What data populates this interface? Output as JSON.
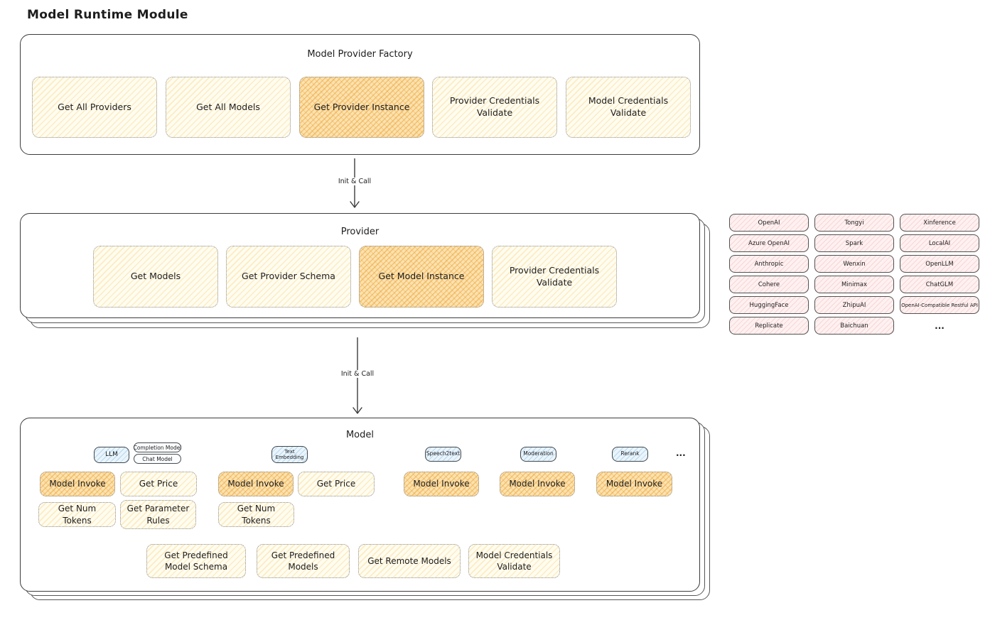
{
  "title": "Model Runtime Module",
  "factory": {
    "title": "Model Provider Factory",
    "buttons": [
      {
        "label": "Get All Providers",
        "highlight": false
      },
      {
        "label": "Get All Models",
        "highlight": false
      },
      {
        "label": "Get Provider Instance",
        "highlight": true
      },
      {
        "label": "Provider Credentials Validate",
        "highlight": false
      },
      {
        "label": "Model Credentials Validate",
        "highlight": false
      }
    ]
  },
  "arrows": [
    {
      "label": "Init & Call"
    },
    {
      "label": "Init & Call"
    }
  ],
  "provider": {
    "title": "Provider",
    "buttons": [
      {
        "label": "Get Models",
        "highlight": false
      },
      {
        "label": "Get Provider Schema",
        "highlight": false
      },
      {
        "label": "Get Model Instance",
        "highlight": true
      },
      {
        "label": "Provider Credentials Validate",
        "highlight": false
      }
    ]
  },
  "providers": {
    "items": [
      "OpenAI",
      "Tongyi",
      "Xinference",
      "Azure OpenAI",
      "Spark",
      "LocalAI",
      "Anthropic",
      "Wenxin",
      "OpenLLM",
      "Cohere",
      "Minimax",
      "ChatGLM",
      "HuggingFace",
      "ZhipuAI",
      "OpenAI-Compatible Restful API",
      "Replicate",
      "Baichuan"
    ],
    "ellipsis": "..."
  },
  "model": {
    "title": "Model",
    "tabs": {
      "llm": "LLM",
      "completion_model": "Completion Model",
      "chat_model": "Chat Model",
      "text_embedding": "Text Embedding",
      "speech2text": "Speech2text",
      "moderation": "Moderation",
      "rerank": "Rerank",
      "ellipsis": "..."
    },
    "buttons": {
      "model_invoke": "Model Invoke",
      "get_price": "Get Price",
      "get_num_tokens": "Get Num Tokens",
      "get_parameter_rules": "Get Parameter Rules",
      "get_predefined_model_schema": "Get Predefined Model Schema",
      "get_predefined_models": "Get Predefined Models",
      "get_remote_models": "Get Remote Models",
      "model_credentials_validate": "Model Credentials Validate"
    }
  },
  "colors": {
    "stroke": "#3c3c3c",
    "soft_fill": "#fff8dd",
    "highlight_fill": "#f6c26b",
    "blue_fill": "#dbeef9",
    "pink_fill": "#fcecec"
  }
}
